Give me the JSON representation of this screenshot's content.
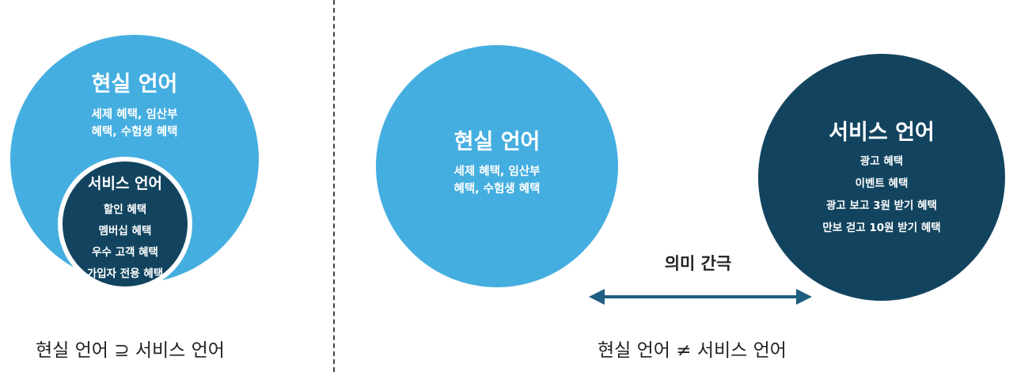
{
  "left": {
    "outer_title": "현실 언어",
    "outer_sub": [
      "세제 혜택, 임산부",
      "혜택, 수험생 혜택"
    ],
    "inner_title": "서비스 언어",
    "inner_items": [
      "할인 혜택",
      "멤버십 혜택",
      "우수 고객 혜택",
      "가입자 전용 혜택"
    ],
    "caption": "현실 언어 ⊇ 서비스 언어"
  },
  "right": {
    "real_title": "현실 언어",
    "real_sub": [
      "세제 혜택, 임산부",
      "혜택, 수험생 혜택"
    ],
    "service_title": "서비스 언어",
    "service_items": [
      "광고 혜택",
      "이벤트 혜택",
      "광고 보고 3원 받기 혜택",
      "만보 걷고 10원 받기 혜택"
    ],
    "gap_label": "의미 간극",
    "caption": "현실 언어 ≠ 서비스 언어"
  },
  "colors": {
    "light_blue": "#45AEE0",
    "dark_blue": "#12445F",
    "arrow": "#1E5E80"
  },
  "icons": {
    "arrow": "double-headed-arrow-icon"
  }
}
